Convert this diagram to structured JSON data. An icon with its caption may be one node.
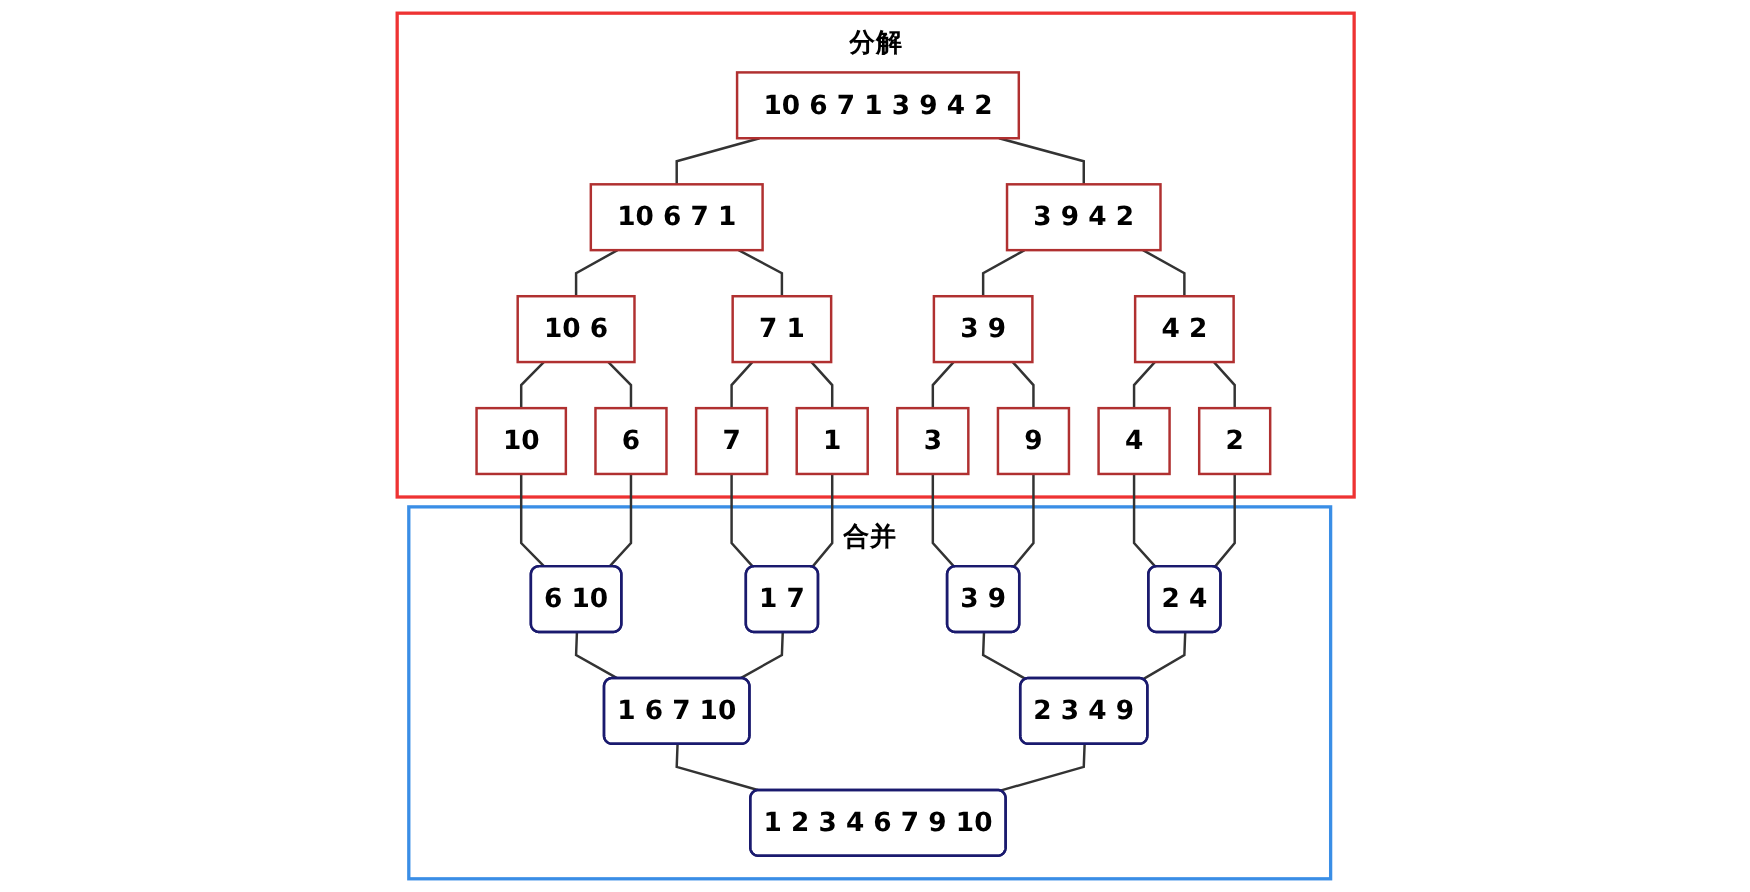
{
  "diagram": {
    "nodes": [
      {
        "text": [
          "分解"
        ]
      },
      {
        "text": [
          "10 6 7 1 3 9 4 2"
        ],
        "in": 0
      },
      {
        "text": [
          "10 6 7 1"
        ],
        "in": 0
      },
      {
        "text": [
          "3 9 4 2"
        ],
        "in": 0
      },
      {
        "text": [
          "10 6"
        ],
        "in": 0
      },
      {
        "text": [
          "7 1"
        ],
        "in": 0
      },
      {
        "text": [
          "3 9"
        ],
        "in": 0
      },
      {
        "text": [
          "4 2"
        ],
        "in": 0
      },
      {
        "text": [
          "10"
        ],
        "in": 0
      },
      {
        "text": [
          "6"
        ],
        "in": 0
      },
      {
        "text": [
          "7"
        ],
        "in": 0
      },
      {
        "text": [
          "1"
        ],
        "in": 0
      },
      {
        "text": [
          "3"
        ],
        "in": 0
      },
      {
        "text": [
          "9"
        ],
        "in": 0
      },
      {
        "text": [
          "4"
        ],
        "in": 0
      },
      {
        "text": [
          "2"
        ],
        "in": 0
      },
      {
        "text": [
          "合并"
        ]
      },
      {
        "text": [
          "6 10"
        ],
        "in": 16
      },
      {
        "text": [
          "1 7"
        ],
        "in": 16
      },
      {
        "text": [
          "3 9"
        ],
        "in": 16
      },
      {
        "text": [
          "2 4"
        ],
        "in": 16
      },
      {
        "text": [
          "1 6 7 10"
        ],
        "in": 16
      },
      {
        "text": [
          "2 3 4 9"
        ],
        "in": 16
      },
      {
        "text": [
          "1 2 3 4 6 7 9 10"
        ],
        "in": 16
      }
    ],
    "edges": [
      {
        "from": 1,
        "to": 2,
        "arrow": "none"
      },
      {
        "from": 1,
        "to": 3,
        "arrow": "none"
      },
      {
        "from": 2,
        "to": 4,
        "arrow": "none"
      },
      {
        "from": 2,
        "to": 5,
        "arrow": "none"
      },
      {
        "from": 3,
        "to": 6,
        "arrow": "none"
      },
      {
        "from": 3,
        "to": 7,
        "arrow": "none"
      },
      {
        "from": 4,
        "to": 8,
        "arrow": "none"
      },
      {
        "from": 4,
        "to": 9,
        "arrow": "none"
      },
      {
        "from": 5,
        "to": 10,
        "arrow": "none"
      },
      {
        "from": 5,
        "to": 11,
        "arrow": "none"
      },
      {
        "from": 6,
        "to": 12,
        "arrow": "none"
      },
      {
        "from": 6,
        "to": 13,
        "arrow": "none"
      },
      {
        "from": 7,
        "to": 14,
        "arrow": "none"
      },
      {
        "from": 7,
        "to": 15,
        "arrow": "none"
      },
      {
        "from": 8,
        "to": 17,
        "arrow": "none"
      },
      {
        "from": 9,
        "to": 17,
        "arrow": "none"
      },
      {
        "from": 10,
        "to": 18,
        "arrow": "none"
      },
      {
        "from": 11,
        "to": 18,
        "arrow": "none"
      },
      {
        "from": 12,
        "to": 19,
        "arrow": "none"
      },
      {
        "from": 13,
        "to": 19,
        "arrow": "none"
      },
      {
        "from": 14,
        "to": 20,
        "arrow": "none"
      },
      {
        "from": 15,
        "to": 20,
        "arrow": "none"
      },
      {
        "from": 17,
        "to": 21,
        "arrow": "none"
      },
      {
        "from": 18,
        "to": 21,
        "arrow": "none"
      },
      {
        "from": 19,
        "to": 22,
        "arrow": "none"
      },
      {
        "from": 20,
        "to": 22,
        "arrow": "none"
      },
      {
        "from": 21,
        "to": 23,
        "arrow": "none"
      },
      {
        "from": 22,
        "to": 23,
        "arrow": "none"
      }
    ]
  }
}
